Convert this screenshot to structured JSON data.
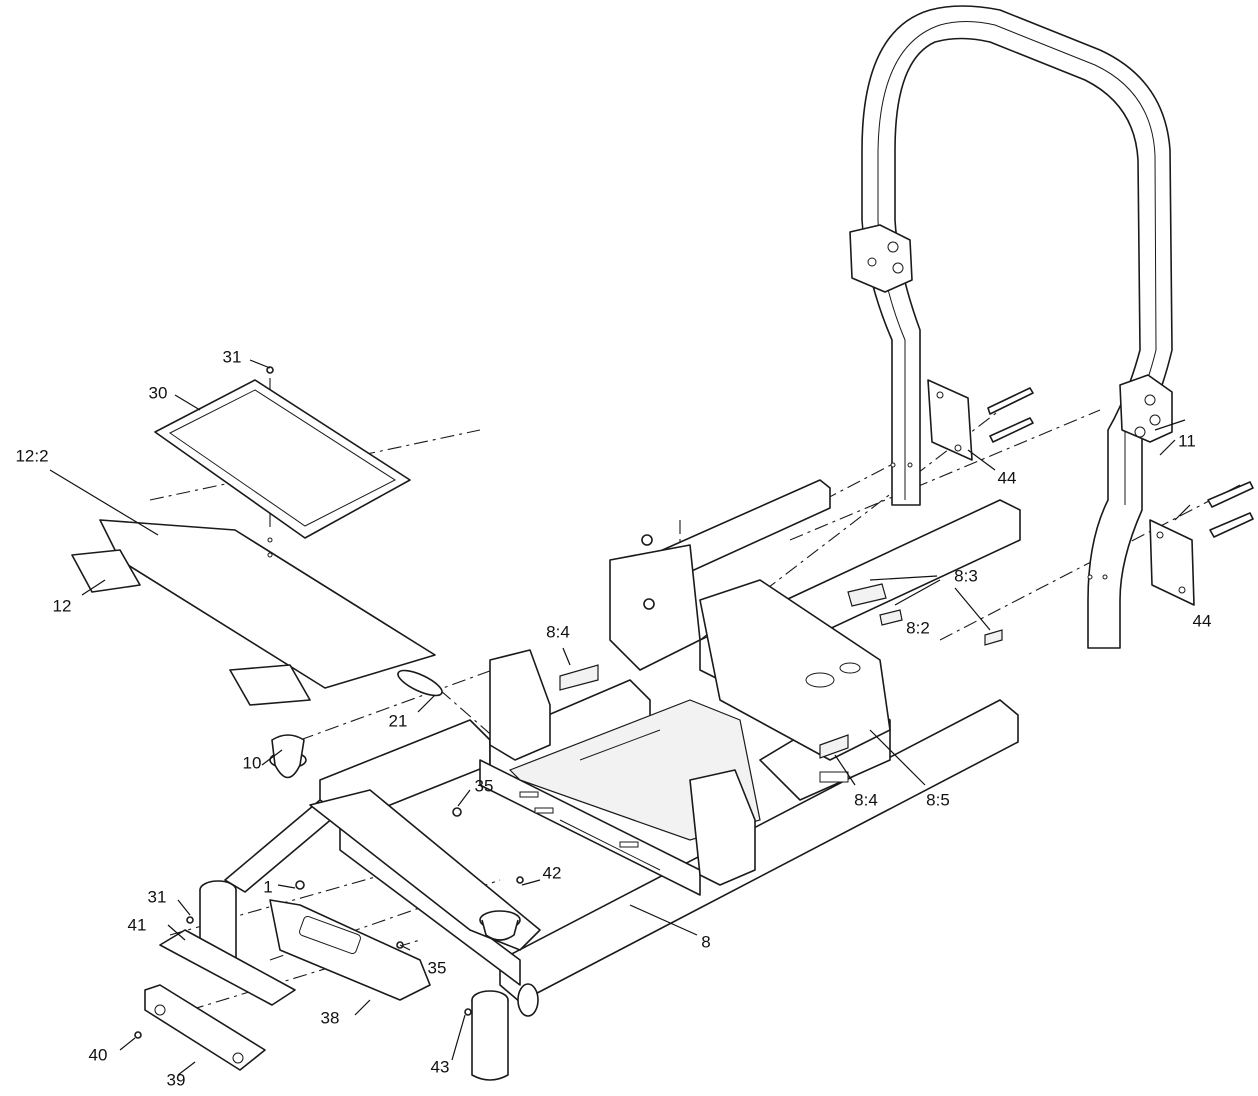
{
  "diagram": {
    "callouts": [
      {
        "id": "c-31-top",
        "label": "31"
      },
      {
        "id": "c-30",
        "label": "30"
      },
      {
        "id": "c-12-2",
        "label": "12:2"
      },
      {
        "id": "c-12",
        "label": "12"
      },
      {
        "id": "c-21",
        "label": "21"
      },
      {
        "id": "c-10",
        "label": "10"
      },
      {
        "id": "c-35-top",
        "label": "35"
      },
      {
        "id": "c-1",
        "label": "1"
      },
      {
        "id": "c-31-bot",
        "label": "31"
      },
      {
        "id": "c-41",
        "label": "41"
      },
      {
        "id": "c-42",
        "label": "42"
      },
      {
        "id": "c-35-bot",
        "label": "35"
      },
      {
        "id": "c-38",
        "label": "38"
      },
      {
        "id": "c-40",
        "label": "40"
      },
      {
        "id": "c-39",
        "label": "39"
      },
      {
        "id": "c-43",
        "label": "43"
      },
      {
        "id": "c-8",
        "label": "8"
      },
      {
        "id": "c-8-4-top",
        "label": "8:4"
      },
      {
        "id": "c-8-4-bot",
        "label": "8:4"
      },
      {
        "id": "c-8-5",
        "label": "8:5"
      },
      {
        "id": "c-8-3",
        "label": "8:3"
      },
      {
        "id": "c-8-2",
        "label": "8:2"
      },
      {
        "id": "c-44-left",
        "label": "44"
      },
      {
        "id": "c-44-right",
        "label": "44"
      },
      {
        "id": "c-11",
        "label": "11"
      }
    ]
  }
}
